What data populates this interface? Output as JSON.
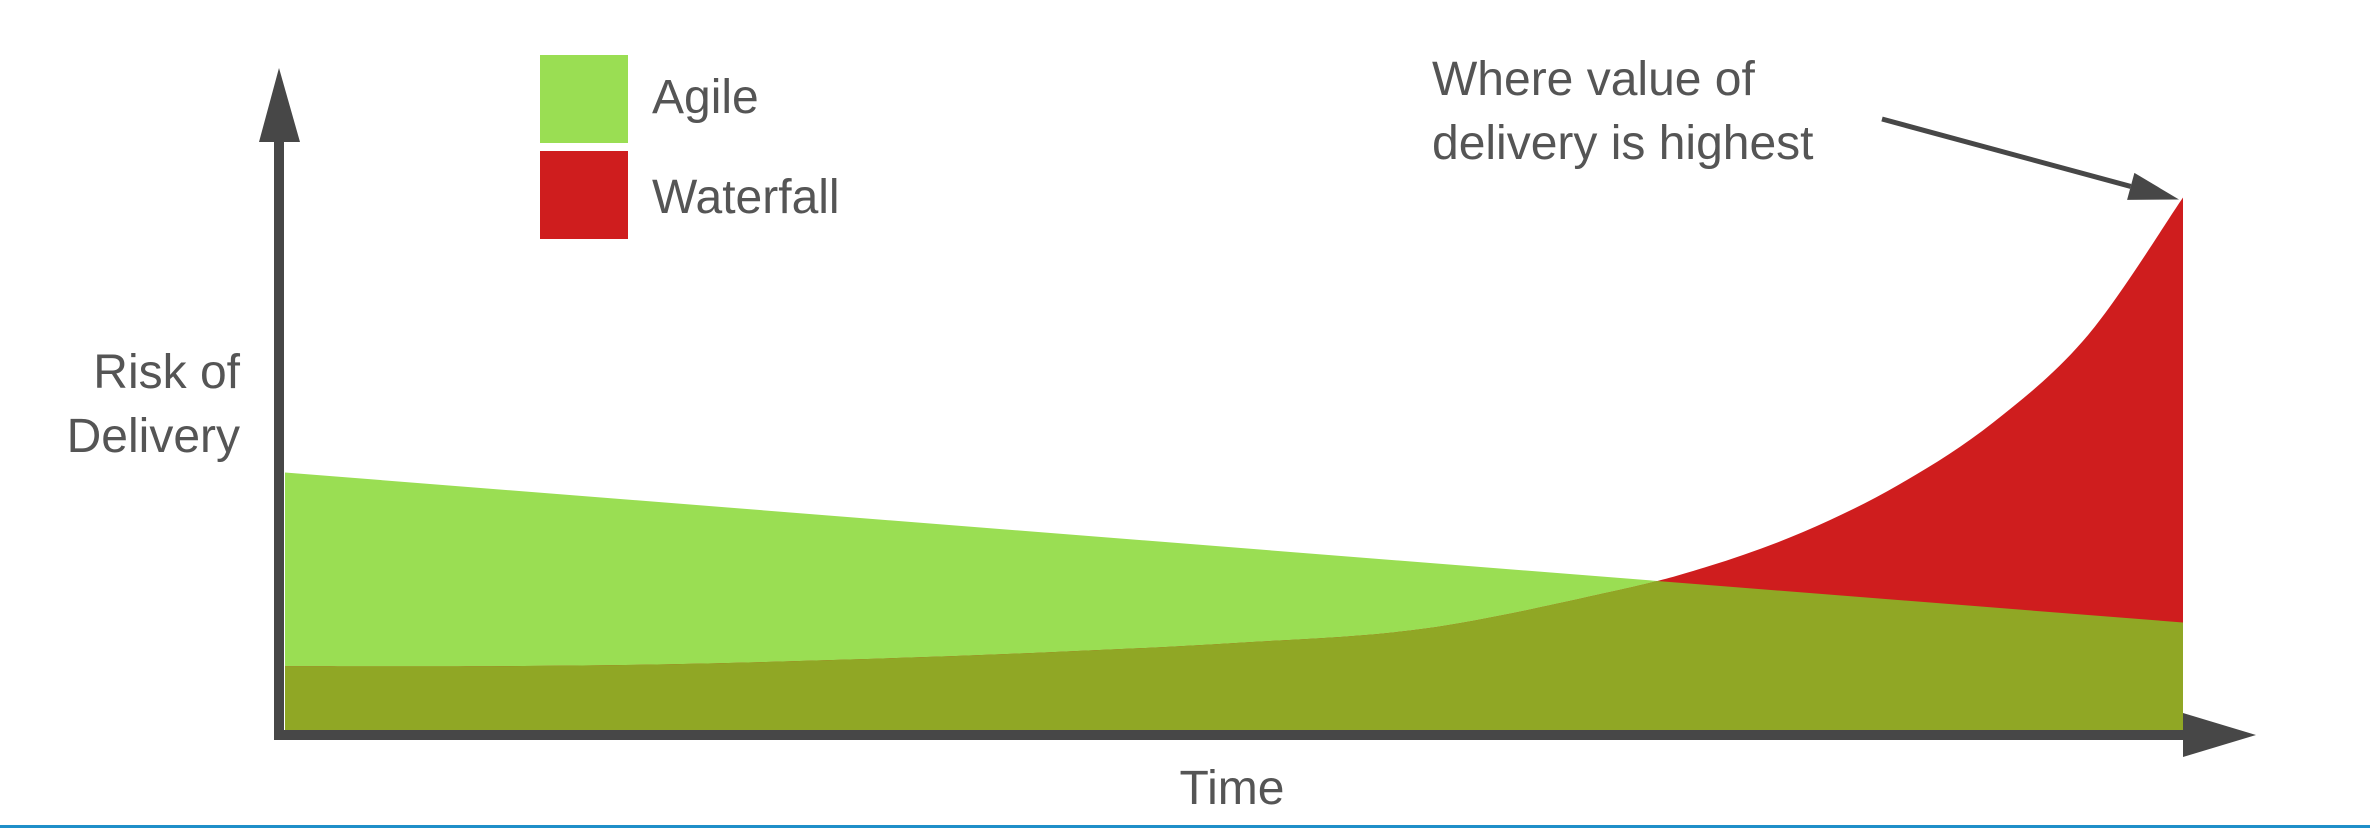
{
  "chart_data": {
    "type": "area",
    "title": "",
    "xlabel": "Time",
    "ylabel": [
      "Risk of",
      "Delivery"
    ],
    "x_ticks": false,
    "y_ticks": false,
    "grid": false,
    "legend_position": "top-left",
    "xlim": [
      0,
      1
    ],
    "ylim": [
      0,
      1
    ],
    "series": [
      {
        "name": "Agile",
        "color": "#9ade53",
        "x": [
          0,
          1
        ],
        "y": [
          0.42,
          0.18
        ]
      },
      {
        "name": "Waterfall",
        "color": "#cf1d1e",
        "x": [
          0,
          0.1,
          0.2,
          0.3,
          0.4,
          0.5,
          0.6,
          0.7,
          0.75,
          0.8,
          0.85,
          0.9,
          0.95,
          1.0
        ],
        "y": [
          0.11,
          0.11,
          0.113,
          0.121,
          0.132,
          0.147,
          0.17,
          0.23,
          0.27,
          0.325,
          0.4,
          0.5,
          0.64,
          0.86
        ]
      }
    ],
    "overlap_color": "#90a725",
    "annotation": {
      "text": [
        "Where value of",
        "delivery is highest"
      ],
      "target": "end of Waterfall curve"
    }
  },
  "colors": {
    "axis": "#474747",
    "text": "#555555",
    "bottom_rule": "#1f8fc9"
  }
}
